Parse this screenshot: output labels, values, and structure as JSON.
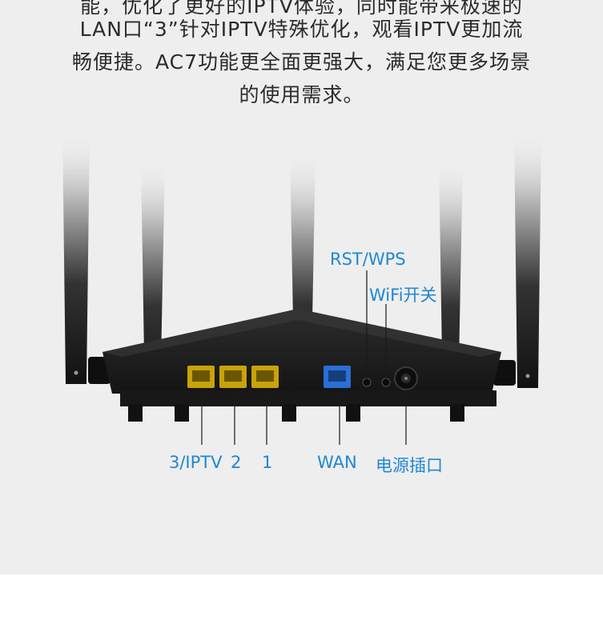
{
  "description": {
    "lines": [
      "能，优化了更好的IPTV体验，同时能带来极速的",
      "LAN口“3”针对IPTV特殊优化，观看IPTV更加流",
      "畅便捷。AC7功能更全面更强大，满足您更多场景",
      "的使用需求。"
    ]
  },
  "labels": {
    "rst_wps": "RST/WPS",
    "wifi_switch": "WiFi开关",
    "port_3_iptv": "3/IPTV",
    "port_2": "2",
    "port_1": "1",
    "wan": "WAN",
    "power": "电源插口"
  },
  "colors": {
    "label_blue": "#1f87d3",
    "lan_port": "#c9a20a",
    "wan_port": "#2a6fd6",
    "router_body": "#1c1c1c",
    "background_panel": "#eeeeee"
  }
}
